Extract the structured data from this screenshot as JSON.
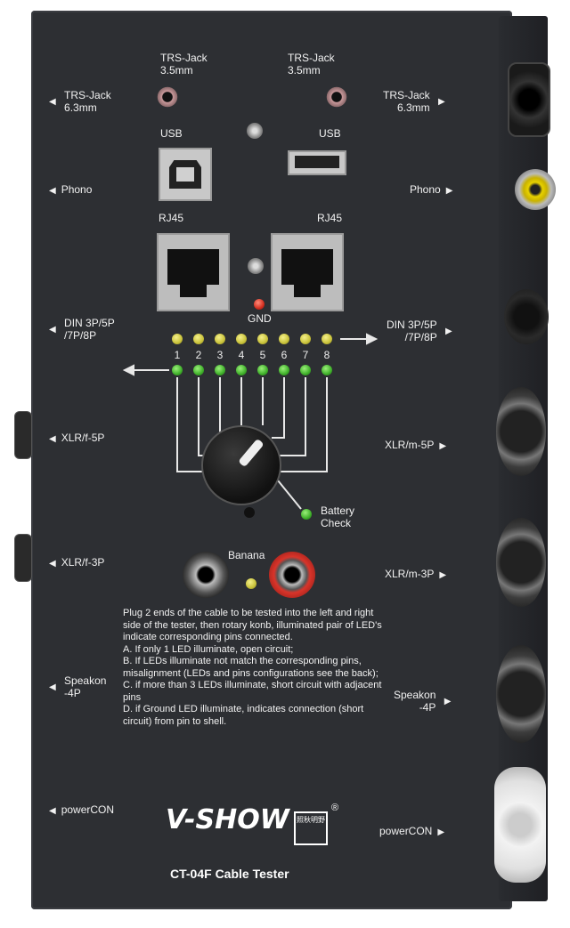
{
  "left_labels": [
    {
      "id": "trs63",
      "lines": [
        "TRS-Jack",
        "6.3mm"
      ]
    },
    {
      "id": "phono",
      "lines": [
        "Phono"
      ]
    },
    {
      "id": "din",
      "lines": [
        "DIN 3P/5P",
        "/7P/8P"
      ]
    },
    {
      "id": "xlrf5",
      "lines": [
        "XLR/f-5P"
      ]
    },
    {
      "id": "xlrf3",
      "lines": [
        "XLR/f-3P"
      ]
    },
    {
      "id": "speakon",
      "lines": [
        "Speakon",
        "-4P"
      ]
    },
    {
      "id": "powercon",
      "lines": [
        "powerCON"
      ]
    }
  ],
  "right_labels": [
    {
      "id": "trs63",
      "lines": [
        "TRS-Jack",
        "6.3mm"
      ]
    },
    {
      "id": "phono",
      "lines": [
        "Phono"
      ]
    },
    {
      "id": "din",
      "lines": [
        "DIN 3P/5P",
        "/7P/8P"
      ]
    },
    {
      "id": "xlrm5",
      "lines": [
        "XLR/m-5P"
      ]
    },
    {
      "id": "xlrm3",
      "lines": [
        "XLR/m-3P"
      ]
    },
    {
      "id": "speakon",
      "lines": [
        "Speakon",
        "-4P"
      ]
    },
    {
      "id": "powercon",
      "lines": [
        "powerCON"
      ]
    }
  ],
  "top_labels": {
    "trs35_left": [
      "TRS-Jack",
      "3.5mm"
    ],
    "trs35_right": [
      "TRS-Jack",
      "3.5mm"
    ],
    "usb_left": "USB",
    "usb_right": "USB",
    "rj45_left": "RJ45",
    "rj45_right": "RJ45",
    "gnd": "GND"
  },
  "pins": [
    "1",
    "2",
    "3",
    "4",
    "5",
    "6",
    "7",
    "8"
  ],
  "battery": [
    "Battery",
    "Check"
  ],
  "banana": "Banana",
  "instructions": [
    "Plug 2 ends of the cable to be tested into the left and right side of the tester, then rotary konb, illuminated pair of LED's indicate corresponding pins connected.",
    "A. If only 1 LED illuminate, open circuit;",
    "B. If LEDs illuminate not match the corresponding pins, misalignment (LEDs and pins configurations see the back);",
    "C. if more than 3 LEDs illuminate, short circuit with adjacent pins",
    "D. if Ground LED illuminate, indicates connection (short circuit) from pin to shell."
  ],
  "brand": "V-SHOW",
  "brand_reg": "®",
  "brand_cjk": "照秋明野",
  "model": "CT-04F Cable Tester",
  "colors": {
    "panel": "#2d2f33",
    "text": "#f2f2f2",
    "led_yellow": "#c9c23a",
    "led_green": "#3fb02a",
    "led_red": "#d32e1f",
    "banana_red": "#d9342a"
  }
}
